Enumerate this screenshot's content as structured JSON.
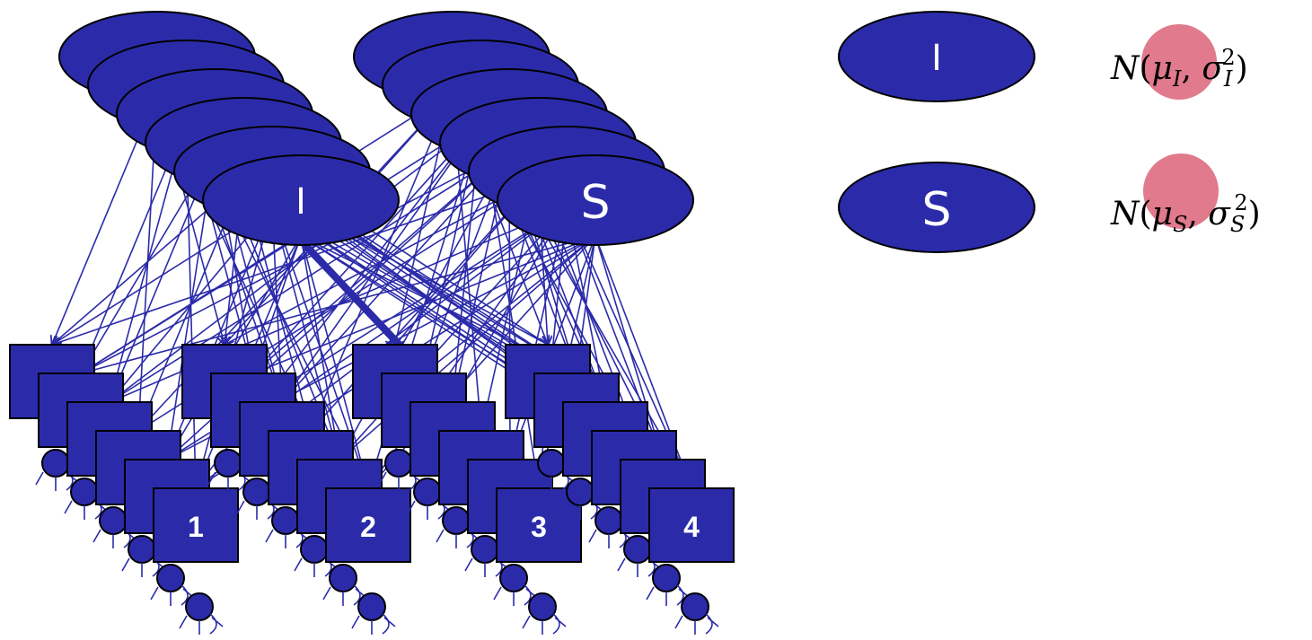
{
  "diagram": {
    "colors": {
      "node_fill": "#2B2BAA",
      "node_stroke": "#000000",
      "edge": "#2B2BAA",
      "highlight": "#E07A8C"
    },
    "intercept_stack": {
      "label": "I",
      "count": 6
    },
    "slope_stack": {
      "label": "S",
      "count": 6
    },
    "groups": [
      {
        "label": "1"
      },
      {
        "label": "2"
      },
      {
        "label": "3"
      },
      {
        "label": "4"
      }
    ],
    "legend": [
      {
        "node_label": "I",
        "formula": {
          "dist": "N",
          "mean": "μ",
          "mean_sub": "I",
          "var": "σ",
          "var_sub": "I",
          "var_sup": "2"
        }
      },
      {
        "node_label": "S",
        "formula": {
          "dist": "N",
          "mean": "μ",
          "mean_sub": "S",
          "var": "σ",
          "var_sub": "S",
          "var_sup": "2"
        }
      }
    ]
  }
}
